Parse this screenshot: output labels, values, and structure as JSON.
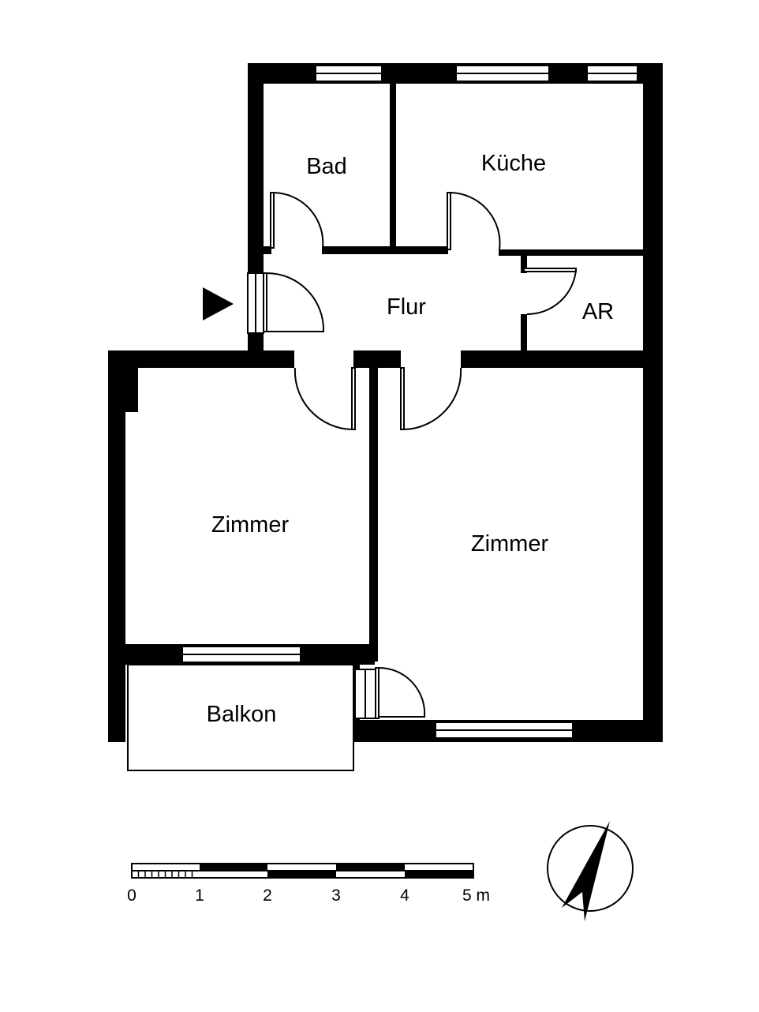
{
  "rooms": {
    "bad": "Bad",
    "kueche": "Küche",
    "flur": "Flur",
    "ar": "AR",
    "zimmer_left": "Zimmer",
    "zimmer_right": "Zimmer",
    "balkon": "Balkon"
  },
  "scale": {
    "ticks": [
      "0",
      "1",
      "2",
      "3",
      "4",
      "5 m"
    ]
  },
  "icons": {
    "entrance": "entrance-arrow-icon",
    "north": "north-arrow-icon"
  },
  "colors": {
    "wall": "#000000",
    "background": "#ffffff"
  }
}
